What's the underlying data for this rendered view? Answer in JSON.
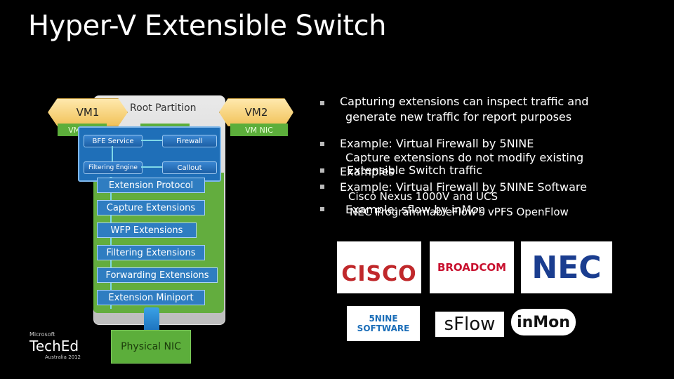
{
  "title": "Hyper-V Extensible Switch",
  "diagram": {
    "vm1": "VM1",
    "vm2": "VM2",
    "vm1_nic": "VM NIC",
    "vm2_nic": "VM NIC",
    "root_partition": "Root Partition",
    "bfe_service": "BFE Service",
    "firewall": "Firewall",
    "filtering_engine": "Filtering Engine",
    "callout": "Callout",
    "layers": [
      "Extension Protocol",
      "Capture Extensions",
      "WFP Extensions",
      "Filtering Extensions",
      "Forwarding Extensions",
      "Extension Miniport"
    ],
    "physical_nic": "Physical NIC",
    "teched": {
      "brand": "Microsoft",
      "name": "TechEd",
      "sub": "Australia 2012"
    }
  },
  "bullets": [
    {
      "text": "Capturing extensions can inspect traffic and",
      "sub": "generate new traffic for report purposes"
    },
    {
      "text": "Example: Virtual Firewall by 5NINE",
      "sub": "Capture extensions do not modify existing"
    },
    {
      "text": "Examples",
      "sub": "Extensible Switch traffic"
    },
    {
      "text": "Example: Virtual Firewall by 5NINE Software",
      "sub": "Cisco Nexus 1000V and UCS"
    },
    {
      "text": "Example: sflow by inMon",
      "sub": "NEC ProgrammableFlow's vPFS OpenFlow"
    }
  ],
  "logos": [
    "CISCO",
    "BROADCOM",
    "NEC",
    "5NINE SOFTWARE",
    "sFlow",
    "inMon"
  ],
  "colors": {
    "green": "#5cae3b",
    "blue": "#2f7dc1",
    "vm": "#f1c25a"
  }
}
